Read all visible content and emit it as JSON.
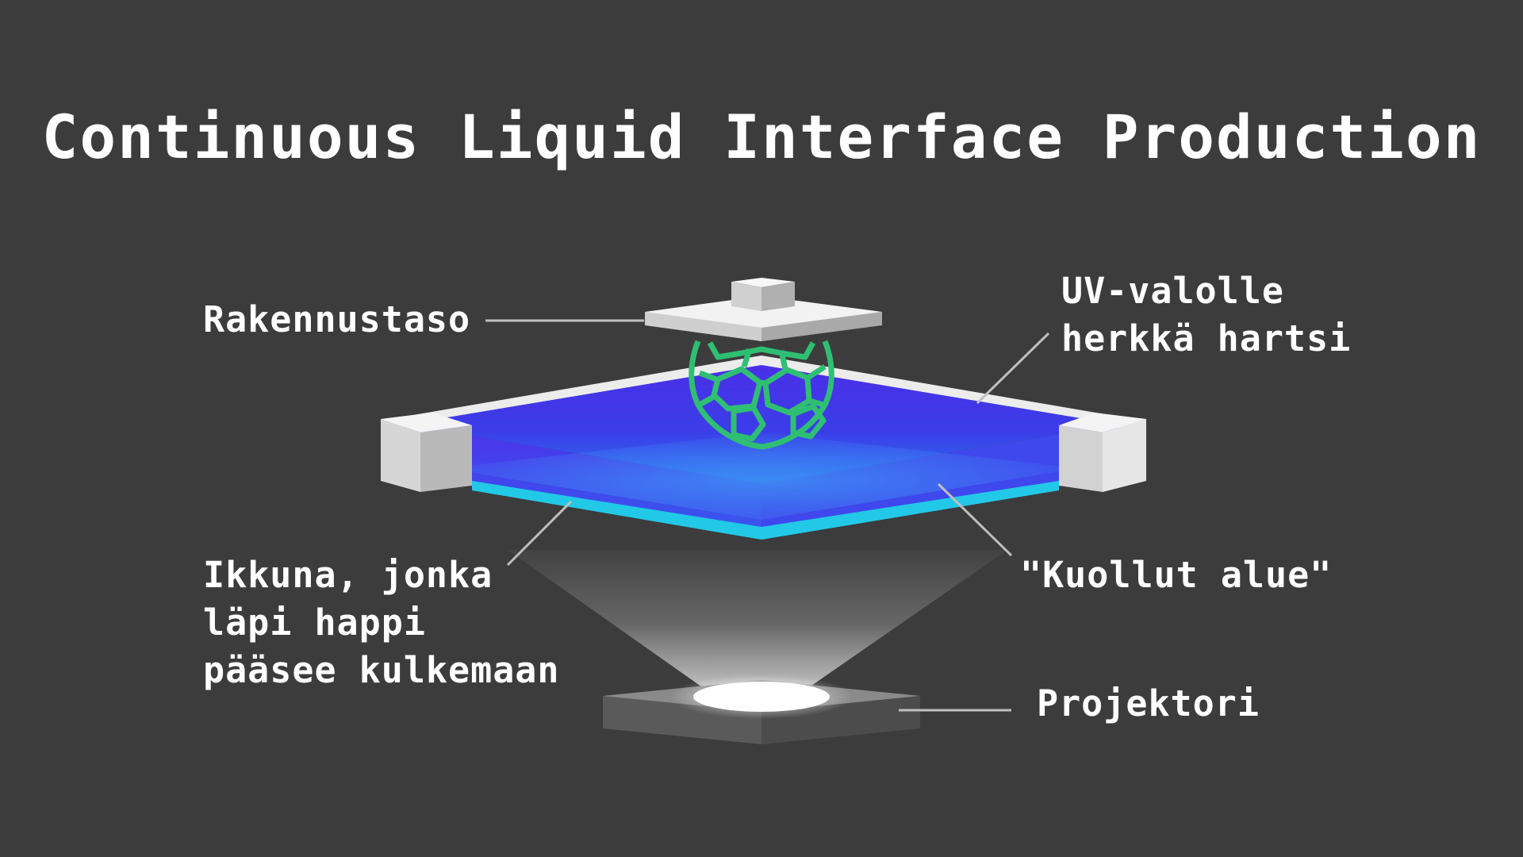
{
  "title": "Continuous Liquid Interface Production",
  "labels": {
    "build_platform": "Rakennustaso",
    "resin": [
      "UV-valolle",
      "herkkä hartsi"
    ],
    "window": [
      "Ikkuna, jonka",
      "läpi happi",
      "pääsee kulkemaan"
    ],
    "dead_zone": "\"Kuollut alue\"",
    "projector": "Projektori"
  },
  "colors": {
    "background": "#3c3c3d",
    "text": "#ffffff",
    "resin_blue": "#3f2ee6",
    "window_cyan": "#22c9e6",
    "part_green": "#2fbf72",
    "frame_gray": "#d9d9d9",
    "leader_line": "#bfbfbf"
  }
}
